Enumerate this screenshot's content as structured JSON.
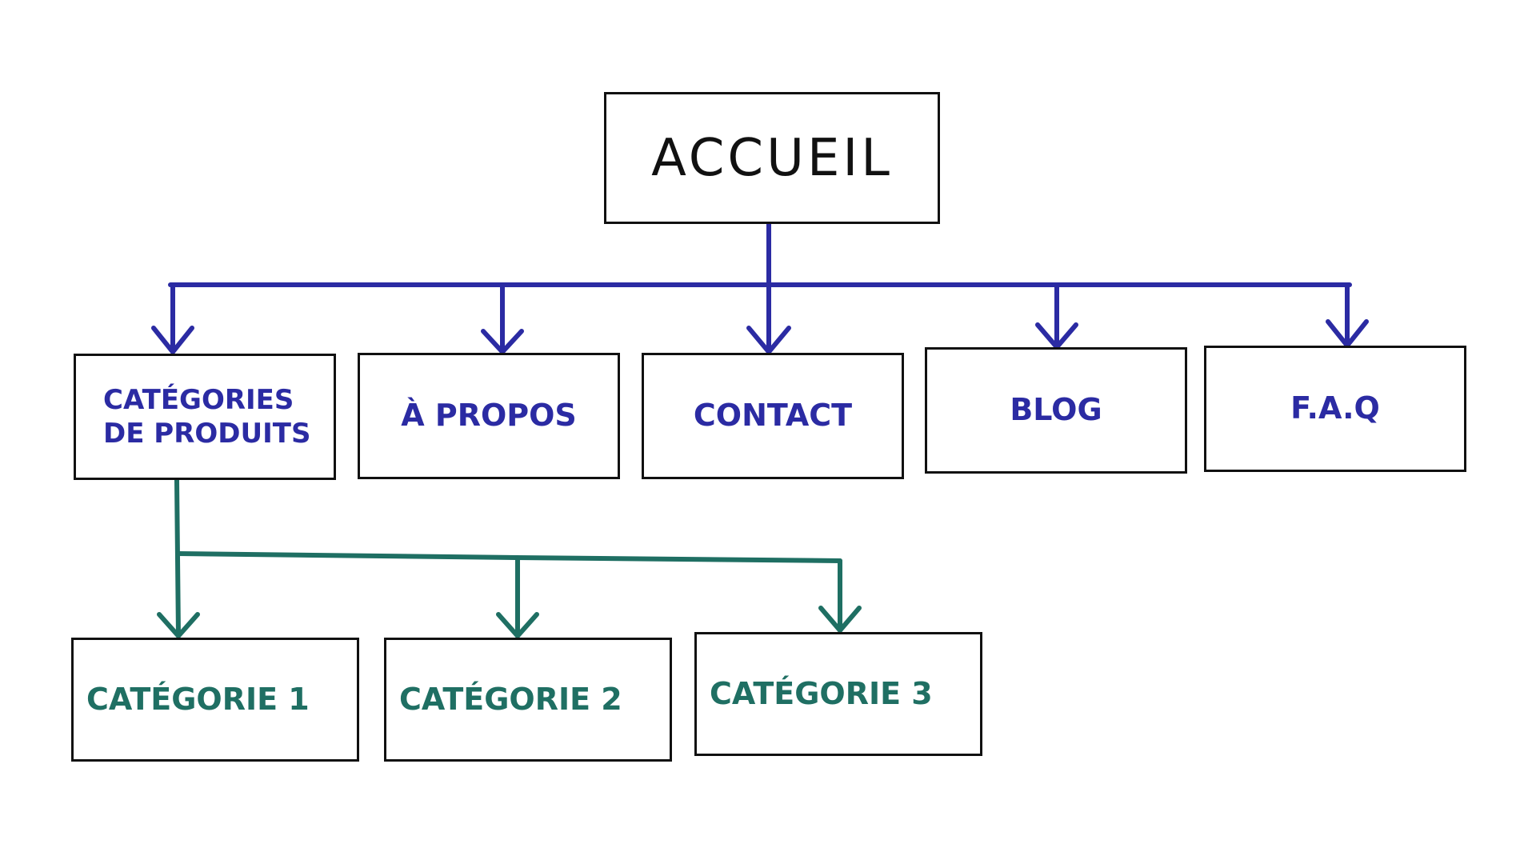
{
  "diagram": {
    "root": {
      "label": "ACCUEIL"
    },
    "level1": [
      {
        "label_line1": "CATÉGORIES",
        "label_line2": "DE PRODUITS"
      },
      {
        "label": "À PROPOS"
      },
      {
        "label": "CONTACT"
      },
      {
        "label": "BLOG"
      },
      {
        "label": "F.A.Q"
      }
    ],
    "level2": [
      {
        "label": "CATÉGORIE 1"
      },
      {
        "label": "CATÉGORIE 2"
      },
      {
        "label": "CATÉGORIE 3"
      }
    ]
  },
  "colors": {
    "root_text": "#111111",
    "level1_lines_and_text": "#2b2ba3",
    "level2_lines_and_text": "#1f6f63",
    "box_border": "#111111",
    "background": "#ffffff"
  }
}
